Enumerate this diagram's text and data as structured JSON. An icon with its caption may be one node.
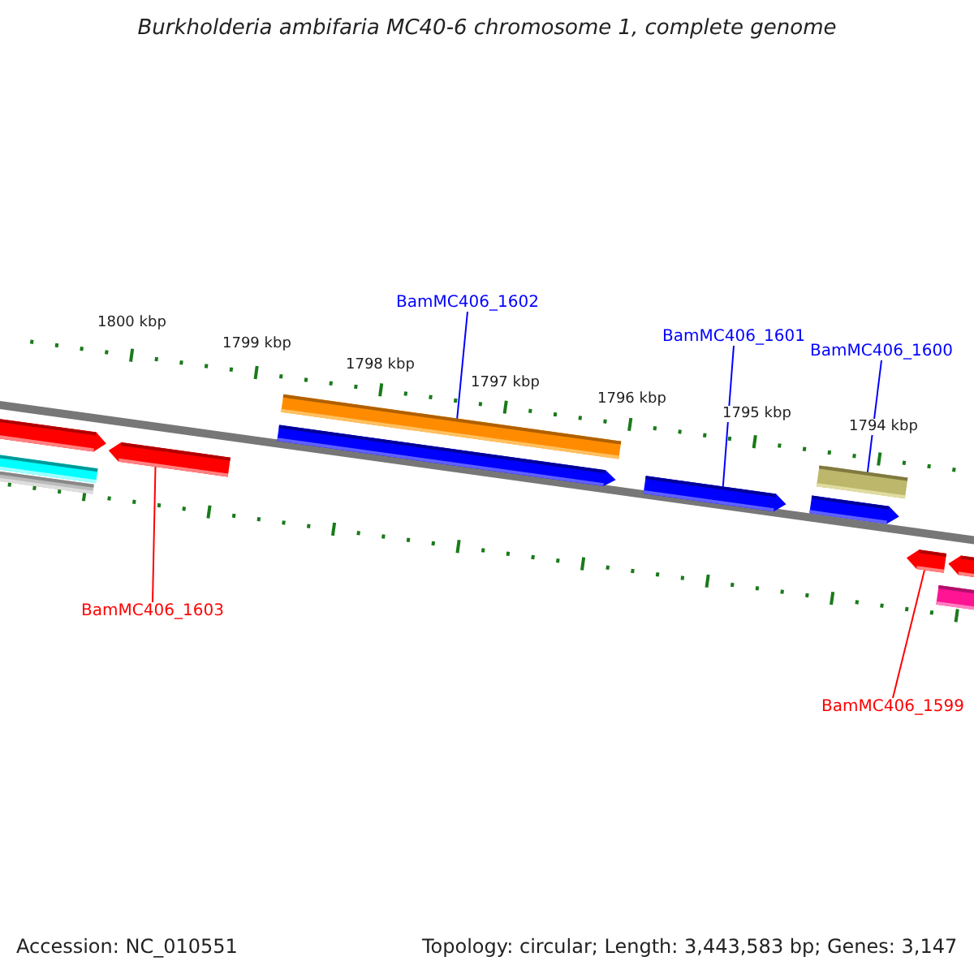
{
  "diagram": {
    "title": "Burkholderia ambifaria MC40-6 chromosome 1, complete genome",
    "nodes": [
      {
        "text": [
          "BamMC406_1602"
        ]
      },
      {
        "text": [],
        "shape": "bar"
      },
      {
        "text": [
          "BamMC406_1601"
        ]
      },
      {
        "text": [],
        "shape": "arrow"
      },
      {
        "text": [
          "BamMC406_1600"
        ]
      },
      {
        "text": [],
        "shape": "bar"
      },
      {
        "text": [
          "BamMC406_1603"
        ]
      },
      {
        "text": [],
        "shape": "arrow"
      },
      {
        "text": [
          "BamMC406_1599"
        ]
      },
      {
        "text": [],
        "shape": "arrow"
      },
      {
        "text": [],
        "shape": "arrow"
      },
      {
        "text": [],
        "shape": "bar"
      },
      {
        "text": [],
        "shape": "bar"
      },
      {
        "text": [],
        "shape": "arrow"
      },
      {
        "text": [],
        "shape": "arrow"
      },
      {
        "text": [],
        "shape": "arrow"
      },
      {
        "text": [],
        "shape": "bar"
      }
    ],
    "edges": [
      {
        "from": 0,
        "to": 1,
        "arrow": "none"
      },
      {
        "from": 2,
        "to": 3,
        "arrow": "none"
      },
      {
        "from": 4,
        "to": 5,
        "arrow": "none"
      },
      {
        "from": 6,
        "to": 7,
        "arrow": "none",
        "color": "#ff0000"
      },
      {
        "from": 8,
        "to": 9,
        "arrow": "none",
        "color": "#ff0000"
      }
    ],
    "labels": [
      "1800 kbp",
      "1799 kbp",
      "1798 kbp",
      "1797 kbp",
      "1796 kbp",
      "1795 kbp",
      "1794 kbp",
      "Accession: NC_010551",
      "Topology: circular; Length: 3,443,583 bp; Genes: 3,147"
    ]
  }
}
